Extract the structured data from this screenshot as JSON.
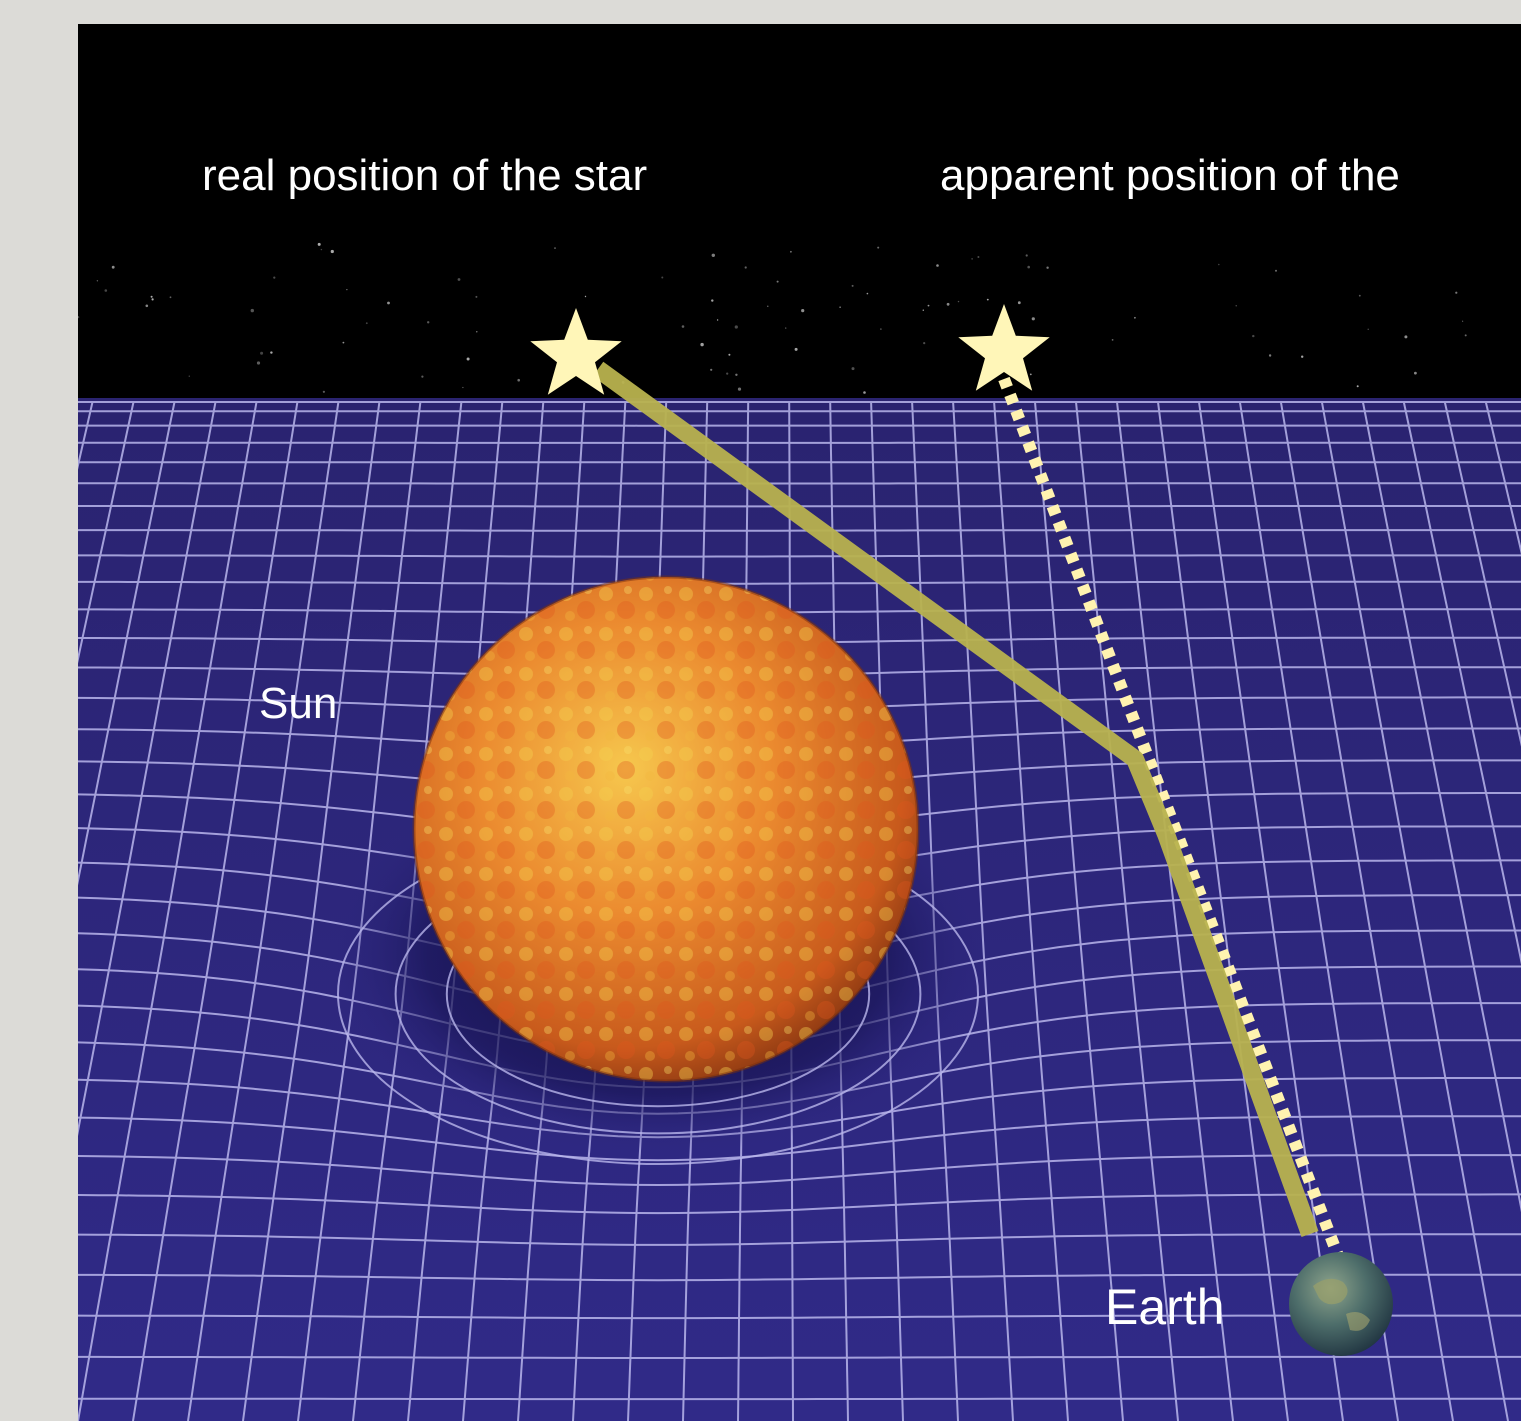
{
  "labels": {
    "real_position": "real position of the star",
    "apparent_position": "apparent position of the",
    "sun": "Sun",
    "earth": "Earth"
  },
  "colors": {
    "sky": "#000000",
    "grid_plane": "#2d2780",
    "grid_lines": "#b9b6ec",
    "light_path": "#b8b24e",
    "star": "#fff6b8",
    "sun_core": "#e8742a",
    "earth": "#4b6b6a"
  },
  "icons": {
    "real_star": "star-icon",
    "apparent_star": "star-icon"
  }
}
